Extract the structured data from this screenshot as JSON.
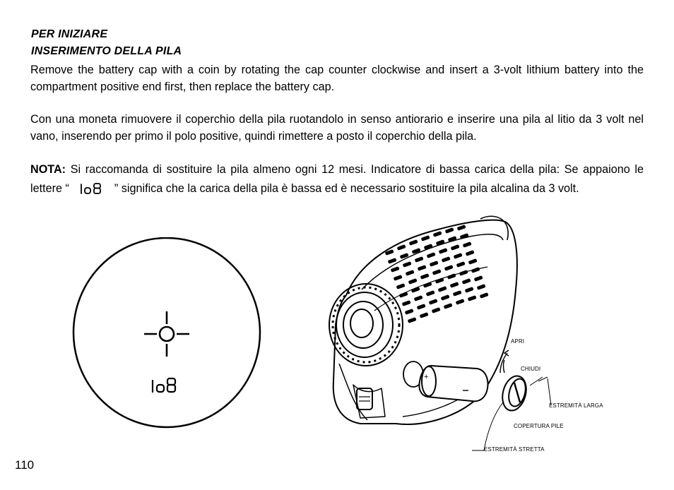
{
  "headings": {
    "section": "PER INIZIARE",
    "subsection": "INSERIMENTO DELLA PILA"
  },
  "paragraphs": {
    "english": "Remove the battery cap with a coin by rotating the cap counter clockwise and insert a 3-volt lithium battery into the compartment positive end first, then replace the battery cap.",
    "italian": "Con una moneta rimuovere il coperchio della pila ruotandolo in senso antiorario e inserire una pila al litio da 3 volt nel vano, inserendo per primo il polo positive, quindi rimettere a posto il coperchio della pila.",
    "note_label": "NOTA:",
    "note_text_1": "Si raccomanda di sostituire la pila almeno ogni 12 mesi. Indicatore di bassa carica della pila: Se appaiono le lettere “",
    "note_text_2": "” significa che la carica della pila è bassa ed è necessario sostituire la pila alcalina da 3 volt."
  },
  "display": {
    "indicator": "lo8",
    "icons": [
      "reticle-icon",
      "low-battery-indicator-icon"
    ]
  },
  "diagram_labels": {
    "apri": "APRI",
    "chiudi": "CHIUDI",
    "estremita_larga": "ESTREMITÀ LARGA",
    "copertura_pile": "COPERTURA PILE",
    "estremita_stretta": "ESTREMITÀ STRETTA"
  },
  "page_number": "110"
}
